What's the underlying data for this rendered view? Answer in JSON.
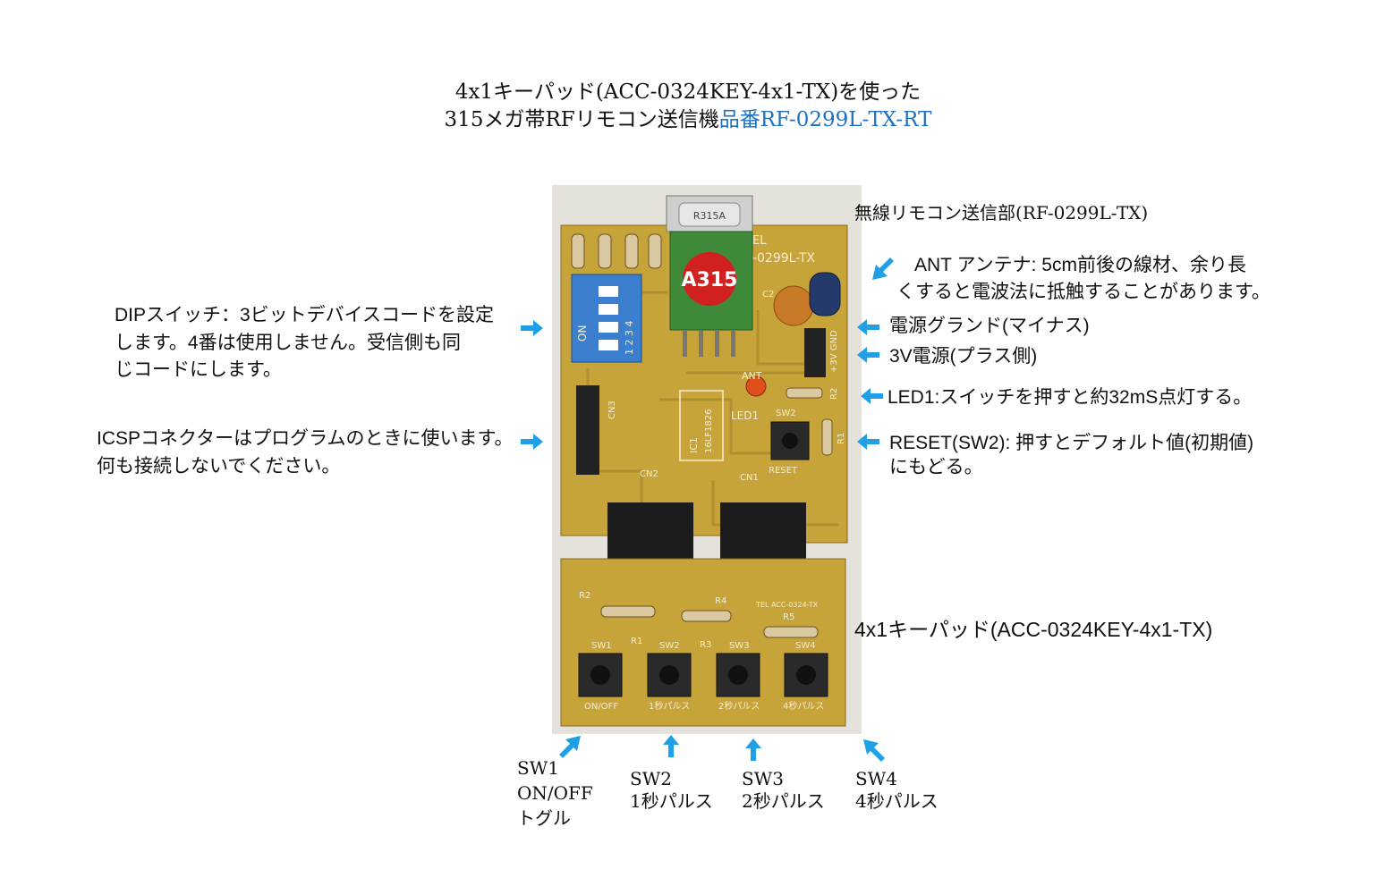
{
  "title": {
    "line1": "4x1キーパッド(ACC-0324KEY-4x1-TX)を使った",
    "line2_main": "315メガ帯RFリモコン送信機",
    "line2_part": "品番RF-0299L-TX-RT"
  },
  "board": {
    "crystal": "R315A",
    "module_badge": "A315",
    "module_text": "-0299L-TX",
    "module_prefix": "EL",
    "ic1": "IC1",
    "ic1_part": "16LF1826",
    "led1": "LED1",
    "ant": "ANT",
    "c2": "C2",
    "sw2_silk": "SW2",
    "reset_silk": "RESET",
    "cn1": "CN1",
    "cn2": "CN2",
    "cn3": "CN3",
    "r1": "R1",
    "r2": "R2",
    "gnd": "+3V GND",
    "keypad_silk": "TEL ACC-0324-TX",
    "keypad": {
      "sw1": "SW1",
      "sw2": "SW2",
      "sw3": "SW3",
      "sw4": "SW4",
      "r1": "R1",
      "r2": "R2",
      "r3": "R3",
      "r4": "R4",
      "r5": "R5",
      "b1": "ON/OFF",
      "b2": "1秒パルス",
      "b3": "2秒パルス",
      "b4": "4秒パルス"
    },
    "dip_on": "ON",
    "dip_nums": "1 2 3 4"
  },
  "labels": {
    "tx_unit": "無線リモコン送信部(RF-0299L-TX)",
    "ant_1": "ANT アンテナ: 5cm前後の線材、余り長",
    "ant_2": "くすると電波法に抵触することがあります。",
    "gnd": "電源グランド(マイナス)",
    "v3": "3V電源(プラス側)",
    "led": "LED1:スイッチを押すと約32mS点灯する。",
    "reset_1": "RESET(SW2): 押すとデフォルト値(初期値)",
    "reset_2": "にもどる。",
    "dip_1": "DIPスイッチ：3ビットデバイスコードを設定",
    "dip_2": "します。4番は使用しません。受信側も同",
    "dip_3": "じコードにします。",
    "icsp_1": "ICSPコネクターはプログラムのときに使います。",
    "icsp_2": "何も接続しないでください。",
    "keypad": "4x1キーパッド(ACC-0324KEY-4x1-TX)",
    "sw1_a": "SW1",
    "sw1_b": "ON/OFF",
    "sw1_c": "トグル",
    "sw2_a": "SW2",
    "sw2_b": "1秒パルス",
    "sw3_a": "SW3",
    "sw3_b": "2秒パルス",
    "sw4_a": "SW4",
    "sw4_b": "4秒パルス"
  },
  "colors": {
    "arrow": "#1fa0e6",
    "pcb": "#c7a43a",
    "title_part": "#1e70c0"
  }
}
